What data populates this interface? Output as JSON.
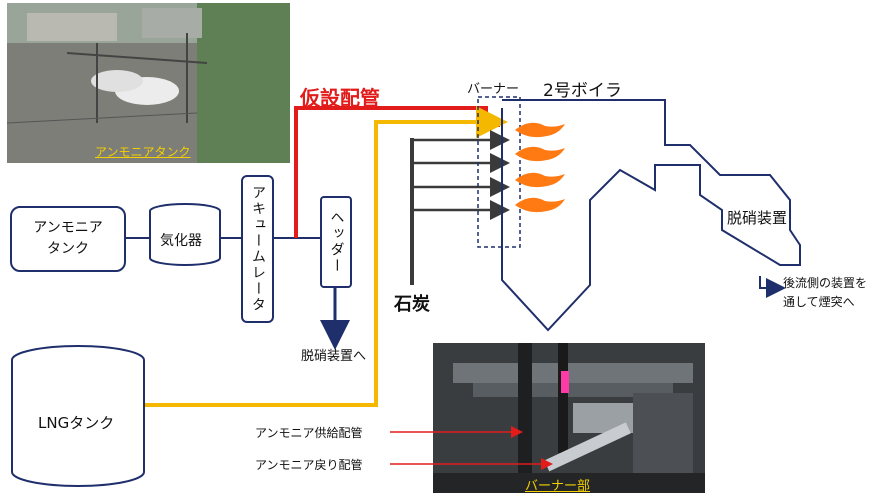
{
  "title_pipe": "仮設配管",
  "labels": {
    "burner": "バーナー",
    "boiler": "2号ボイラ",
    "coal": "石炭",
    "denitration_right": "脱硝装置",
    "downstream": "後流側の装置を\n通して煙突へ",
    "to_denitration": "脱硝装置へ"
  },
  "boxes": {
    "ammonia_tank": "アンモニア\nタンク",
    "vaporizer": "気化器",
    "accumulator": "アキュームレータ",
    "header": "ヘッダー",
    "lng_tank": "LNGタンク"
  },
  "photo_top_caption": "アンモニアタンク",
  "photo_bottom_caption": "バーナー部",
  "photo_bottom_labels": {
    "supply": "アンモニア供給配管",
    "return": "アンモニア戻り配管"
  },
  "colors": {
    "ammonia_pipe": "#e21b1b",
    "lng_pipe": "#f5b800",
    "coal_pipe": "#3a3a3a",
    "outline": "#1f2f6b",
    "caption_yellow": "#f4d000"
  }
}
